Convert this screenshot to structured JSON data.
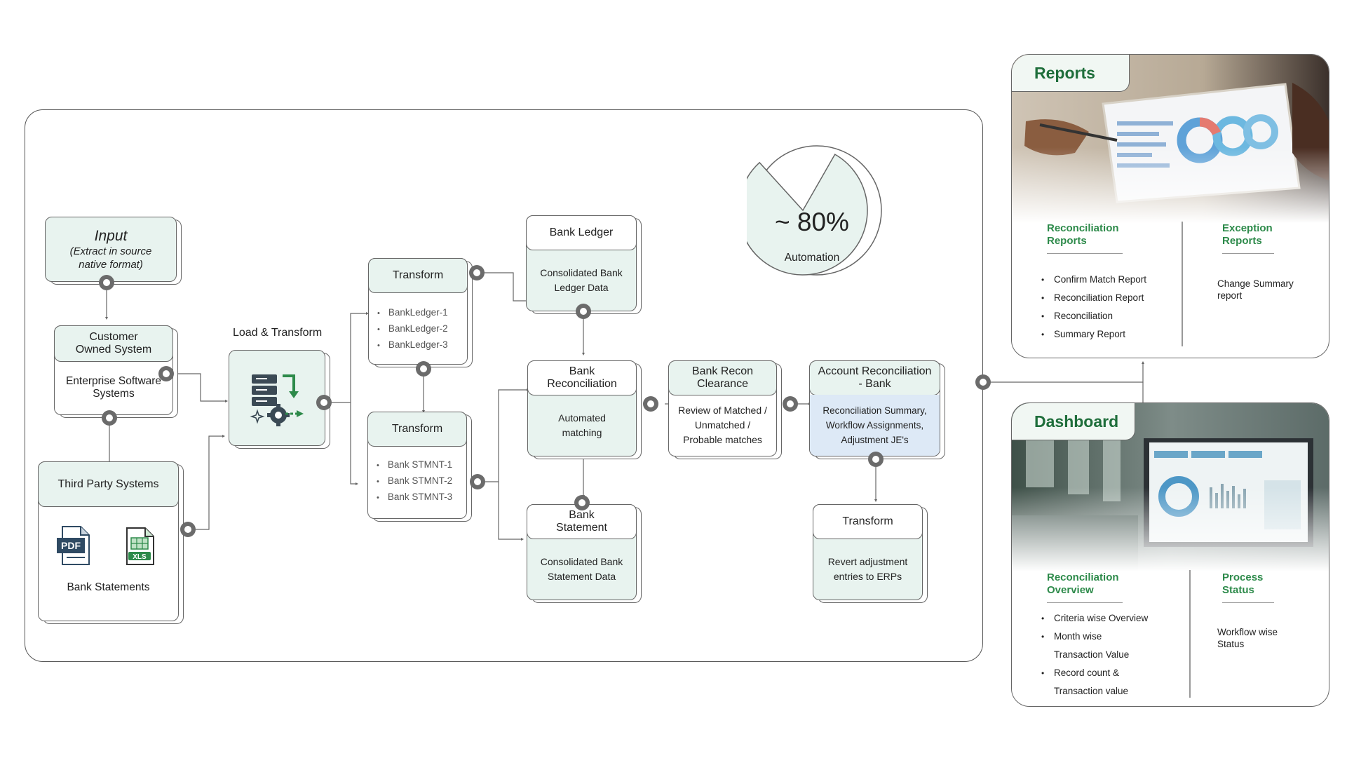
{
  "input": {
    "title": "Input",
    "subtitle": "(Extract in source native format)"
  },
  "customer": {
    "title": "Customer Owned System",
    "body": "Enterprise Software Systems"
  },
  "third_party": {
    "title": "Third Party Systems",
    "pdf_label": "PDF",
    "xls_label": "XLS",
    "caption": "Bank Statements"
  },
  "load_transform": {
    "label": "Load & Transform"
  },
  "transform_ledger": {
    "title": "Transform",
    "items": [
      "BankLedger-1",
      "BankLedger-2",
      "BankLedger-3"
    ]
  },
  "transform_stmnt": {
    "title": "Transform",
    "items": [
      "Bank STMNT-1",
      "Bank STMNT-2",
      "Bank STMNT-3"
    ]
  },
  "bank_ledger": {
    "title": "Bank Ledger",
    "body": "Consolidated Bank Ledger Data"
  },
  "bank_reconciliation": {
    "title": "Bank Reconciliation",
    "body": "Automated matching"
  },
  "bank_statement": {
    "title": "Bank Statement",
    "body": "Consolidated Bank Statement Data"
  },
  "recon_clearance": {
    "title": "Bank Recon Clearance",
    "body": "Review of Matched / Unmatched / Probable matches"
  },
  "account_recon": {
    "title": "Account Reconciliation - Bank",
    "body": "Reconciliation Summary, Workflow Assignments, Adjustment JE's"
  },
  "transform_revert": {
    "title": "Transform",
    "body": "Revert adjustment entries to ERPs"
  },
  "automation": {
    "percent": "~ 80%",
    "label": "Automation",
    "share": 0.8
  },
  "reports": {
    "title": "Reports",
    "col1_title": "Reconciliation Reports",
    "col1_items": [
      "Confirm Match Report",
      "Reconciliation Report",
      "Reconciliation",
      "Summary Report"
    ],
    "col2_title": "Exception Reports",
    "col2_text": "Change Summary report"
  },
  "dashboard": {
    "title": "Dashboard",
    "col1_title": "Reconciliation Overview",
    "col1_items": [
      "Criteria wise Overview",
      "Month wise",
      "Transaction Value",
      "Record count &",
      "Transaction value"
    ],
    "col2_title": "Process Status",
    "col2_text": "Workflow wise Status"
  },
  "colors": {
    "mint": "#e8f3ef",
    "blue": "#dde9f6",
    "green": "#2d8a4a",
    "connector": "#6b6b6b"
  }
}
